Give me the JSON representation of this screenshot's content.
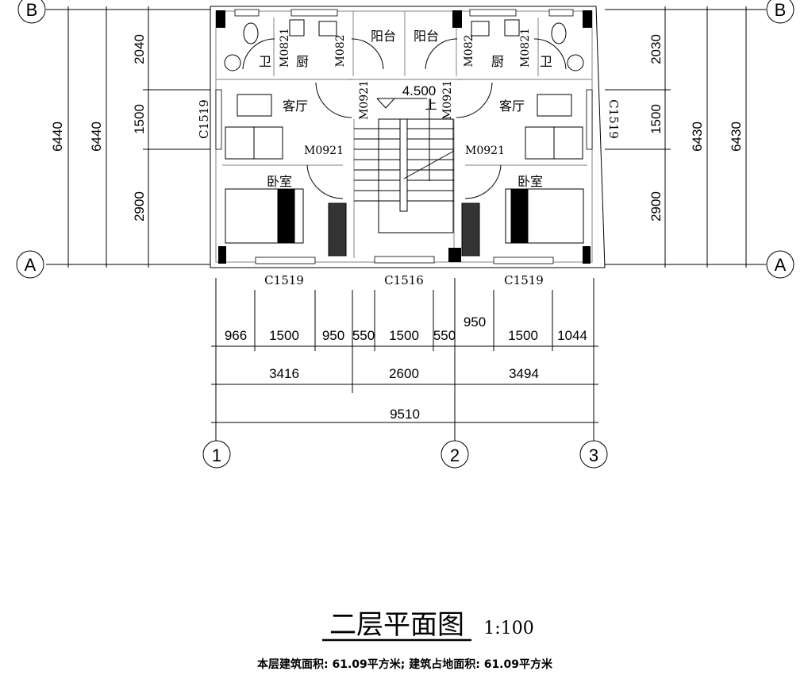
{
  "title": "二层平面图",
  "scale": "1:100",
  "area_note": "本层建筑面积: 61.09平方米; 建筑占地面积: 61.09平方米",
  "axes": {
    "B": "B",
    "A": "A",
    "1": "1",
    "2": "2",
    "3": "3"
  },
  "left_dims": {
    "total_outer": "6440",
    "total_inner": "6440",
    "segments": [
      "2040",
      "1500",
      "2900"
    ]
  },
  "right_dims": {
    "total_outer": "6430",
    "total_inner": "6430",
    "segments": [
      "2030",
      "1500",
      "2900"
    ]
  },
  "bottom_dims": {
    "row1": [
      "966",
      "1500",
      "950",
      "550",
      "1500",
      "550",
      "950",
      "1500",
      "1044"
    ],
    "row2": [
      "3416",
      "2600",
      "3494"
    ],
    "total": "9510"
  },
  "windows": {
    "bottom_left": "C1519",
    "bottom_mid": "C1516",
    "bottom_right": "C1519",
    "side_left": "C1519",
    "side_right": "C1519"
  },
  "rooms": {
    "bath": "卫",
    "kitchen": "厨",
    "balcony": "阳台",
    "living": "客厅",
    "bedroom": "卧室"
  },
  "doors": {
    "m0821": "M0821",
    "m082": "M082",
    "m0921": "M0921"
  },
  "stair": {
    "elevation": "4.500",
    "up": "上"
  }
}
